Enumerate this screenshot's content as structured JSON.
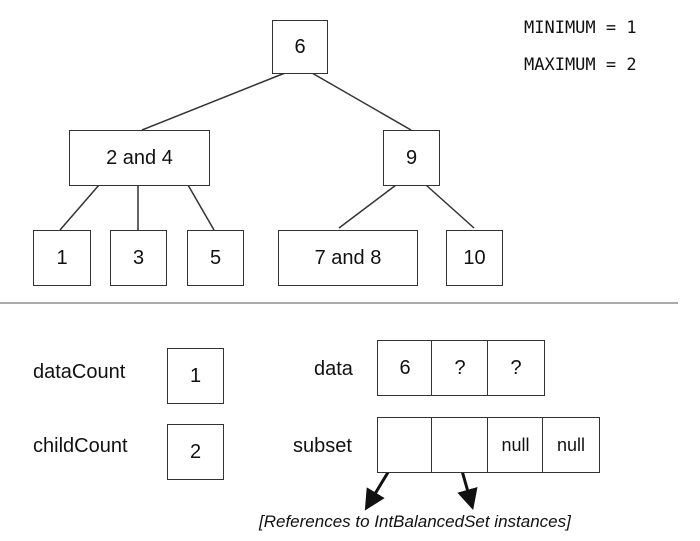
{
  "constants": {
    "minimum": "MINIMUM = 1",
    "maximum": "MAXIMUM = 2"
  },
  "tree": {
    "root": "6",
    "level1": [
      "2 and 4",
      "9"
    ],
    "level2": [
      "1",
      "3",
      "5",
      "7 and 8",
      "10"
    ]
  },
  "fields": {
    "dataCount_label": "dataCount",
    "dataCount_value": "1",
    "childCount_label": "childCount",
    "childCount_value": "2",
    "data_label": "data",
    "data_cells": [
      "6",
      "?",
      "?"
    ],
    "subset_label": "subset",
    "subset_cells": [
      "",
      "",
      "null",
      "null"
    ]
  },
  "caption": "[References to IntBalancedSet instances]"
}
